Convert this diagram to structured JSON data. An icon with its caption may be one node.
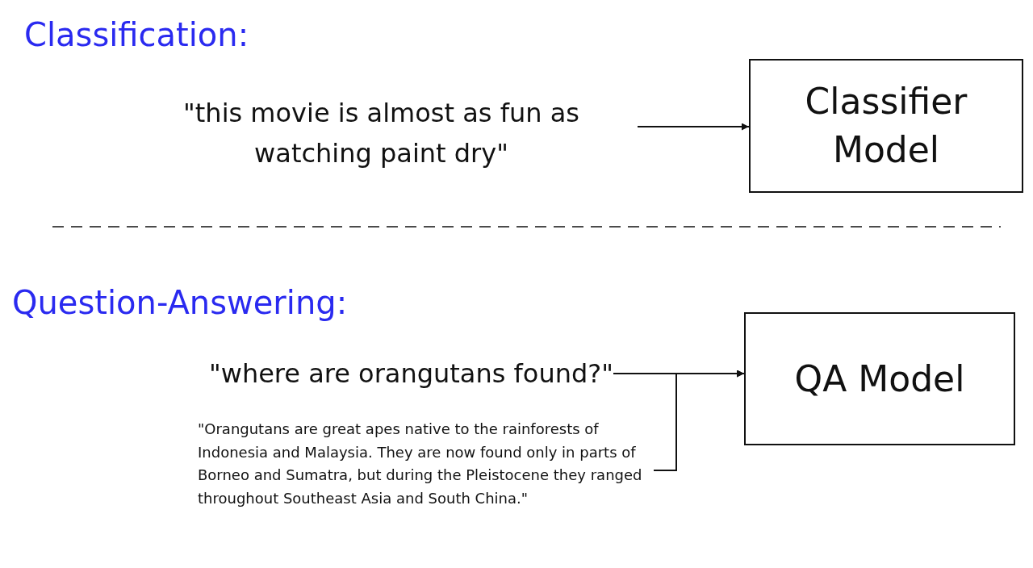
{
  "diagram": {
    "nodes": [
      {
        "text": [
          "\"this movie is almost as fun as watching paint dry\""
        ]
      },
      {
        "text": [
          "Classifier Model"
        ]
      },
      {
        "text": [
          "\"where are orangutans found?\""
        ]
      },
      {
        "text": [
          "\"Orangutans are great apes native to the rainforests of Indonesia and Malaysia. They are now found only in parts of Borneo and Sumatra, but during the Pleistocene they ranged throughout Southeast Asia and South China.\""
        ]
      },
      {
        "text": [
          "QA Model"
        ]
      }
    ],
    "edges": [
      {
        "from": 0,
        "to": 1,
        "arrow": "to"
      },
      {
        "from": 2,
        "to": 4,
        "arrow": "to"
      },
      {
        "from": 3,
        "to": 4,
        "arrow": "to"
      }
    ],
    "labels": [
      "Classification:",
      "Question-Answering:"
    ]
  }
}
